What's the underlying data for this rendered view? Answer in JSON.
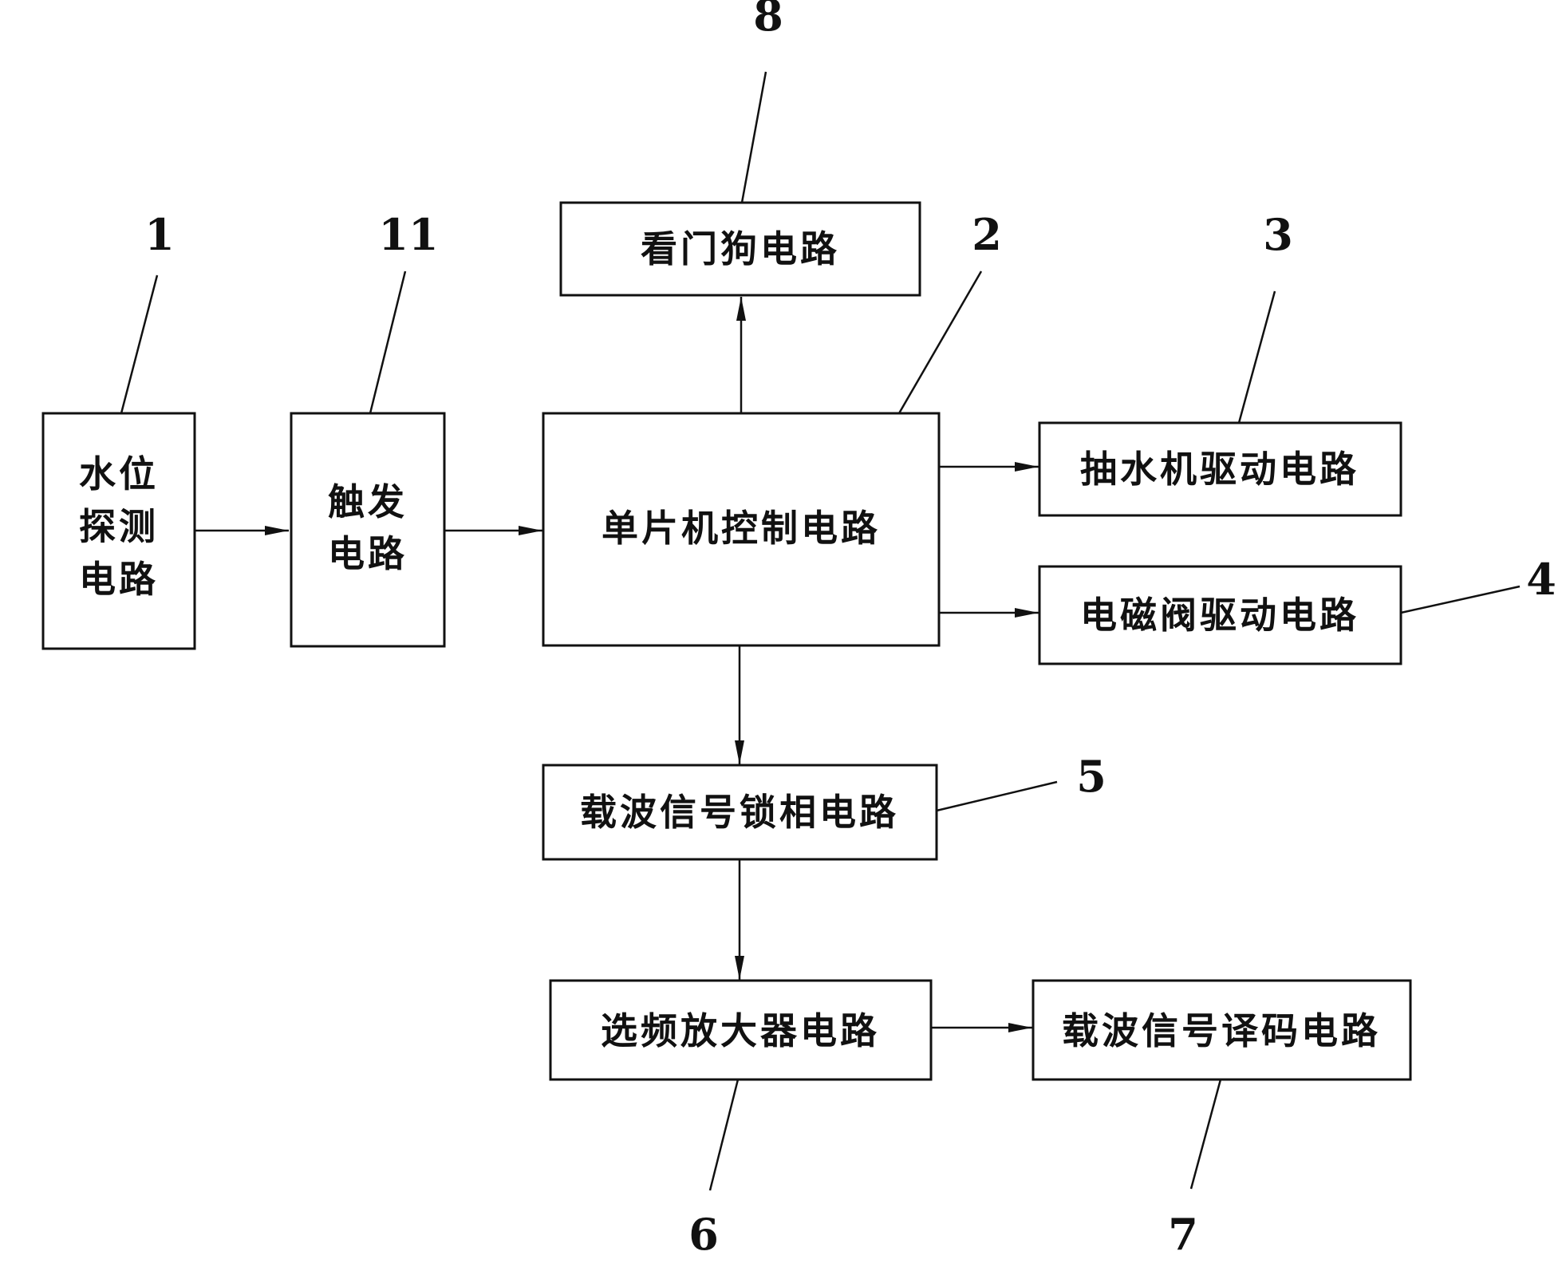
{
  "blocks": {
    "water_level": {
      "label_lines": [
        "水位",
        "探测",
        "电路"
      ],
      "ref": "1"
    },
    "trigger": {
      "label_lines": [
        "触发",
        "电路"
      ],
      "ref": "11"
    },
    "mcu": {
      "label": "单片机控制电路",
      "ref": "2"
    },
    "watchdog": {
      "label": "看门狗电路",
      "ref": "8"
    },
    "pump_driver": {
      "label": "抽水机驱动电路",
      "ref": "3"
    },
    "valve_driver": {
      "label": "电磁阀驱动电路",
      "ref": "4"
    },
    "carrier_pll": {
      "label": "载波信号锁相电路",
      "ref": "5"
    },
    "freq_amp": {
      "label": "选频放大器电路",
      "ref": "6"
    },
    "carrier_decoder": {
      "label": "载波信号译码电路",
      "ref": "7"
    }
  },
  "colors": {
    "stroke": "#111111",
    "background": "#ffffff"
  }
}
